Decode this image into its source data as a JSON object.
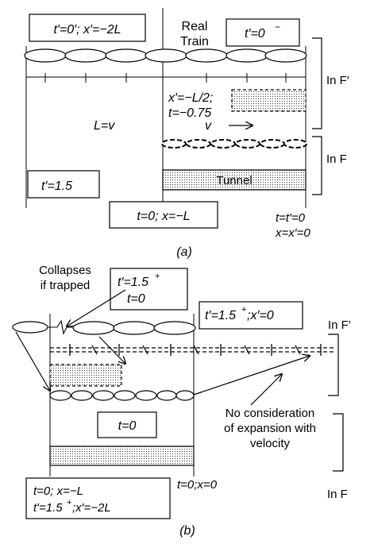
{
  "panel_a": {
    "box_t0prime_x2L": "t′=0′; x′=−2L",
    "real_train": [
      "Real",
      "Train"
    ],
    "box_t0minus": "t′=0",
    "t0minus_sup": "−",
    "label_inFprime": "In F′",
    "note_xL2": "x′=−L/2;",
    "note_t075": "t=−0.75",
    "label_v": "v",
    "label_L_eq_v": "L=v",
    "label_inF": "In F",
    "tunnel": "Tunnel",
    "box_t15": "t′=1.5",
    "box_t0_xL": "t=0; x=−L",
    "label_ttprime": "t=t′=0",
    "label_xxprime": "x=x′=0",
    "caption": "(a)"
  },
  "panel_b": {
    "collapses": [
      "Collapses",
      "if trapped"
    ],
    "box_t15plus": "t′=1.5",
    "plus_sup": "+",
    "box_t0_inner": "t=0",
    "box_t15plus_x0": "t′=1.5",
    "box_t15plus_x0_rest": ";x′=0",
    "label_inFprime": "In F′",
    "no_consideration": [
      "No consideration",
      "of expansion with",
      "velocity"
    ],
    "box_t0": "t=0",
    "box_bottom_line1": "t=0; x=−L",
    "box_bottom_line2a": "t′=1.5",
    "box_bottom_line2b": ";x′=−2L",
    "label_t0x0": "t=0;x=0",
    "label_inF": "In F",
    "caption": "(b)"
  }
}
